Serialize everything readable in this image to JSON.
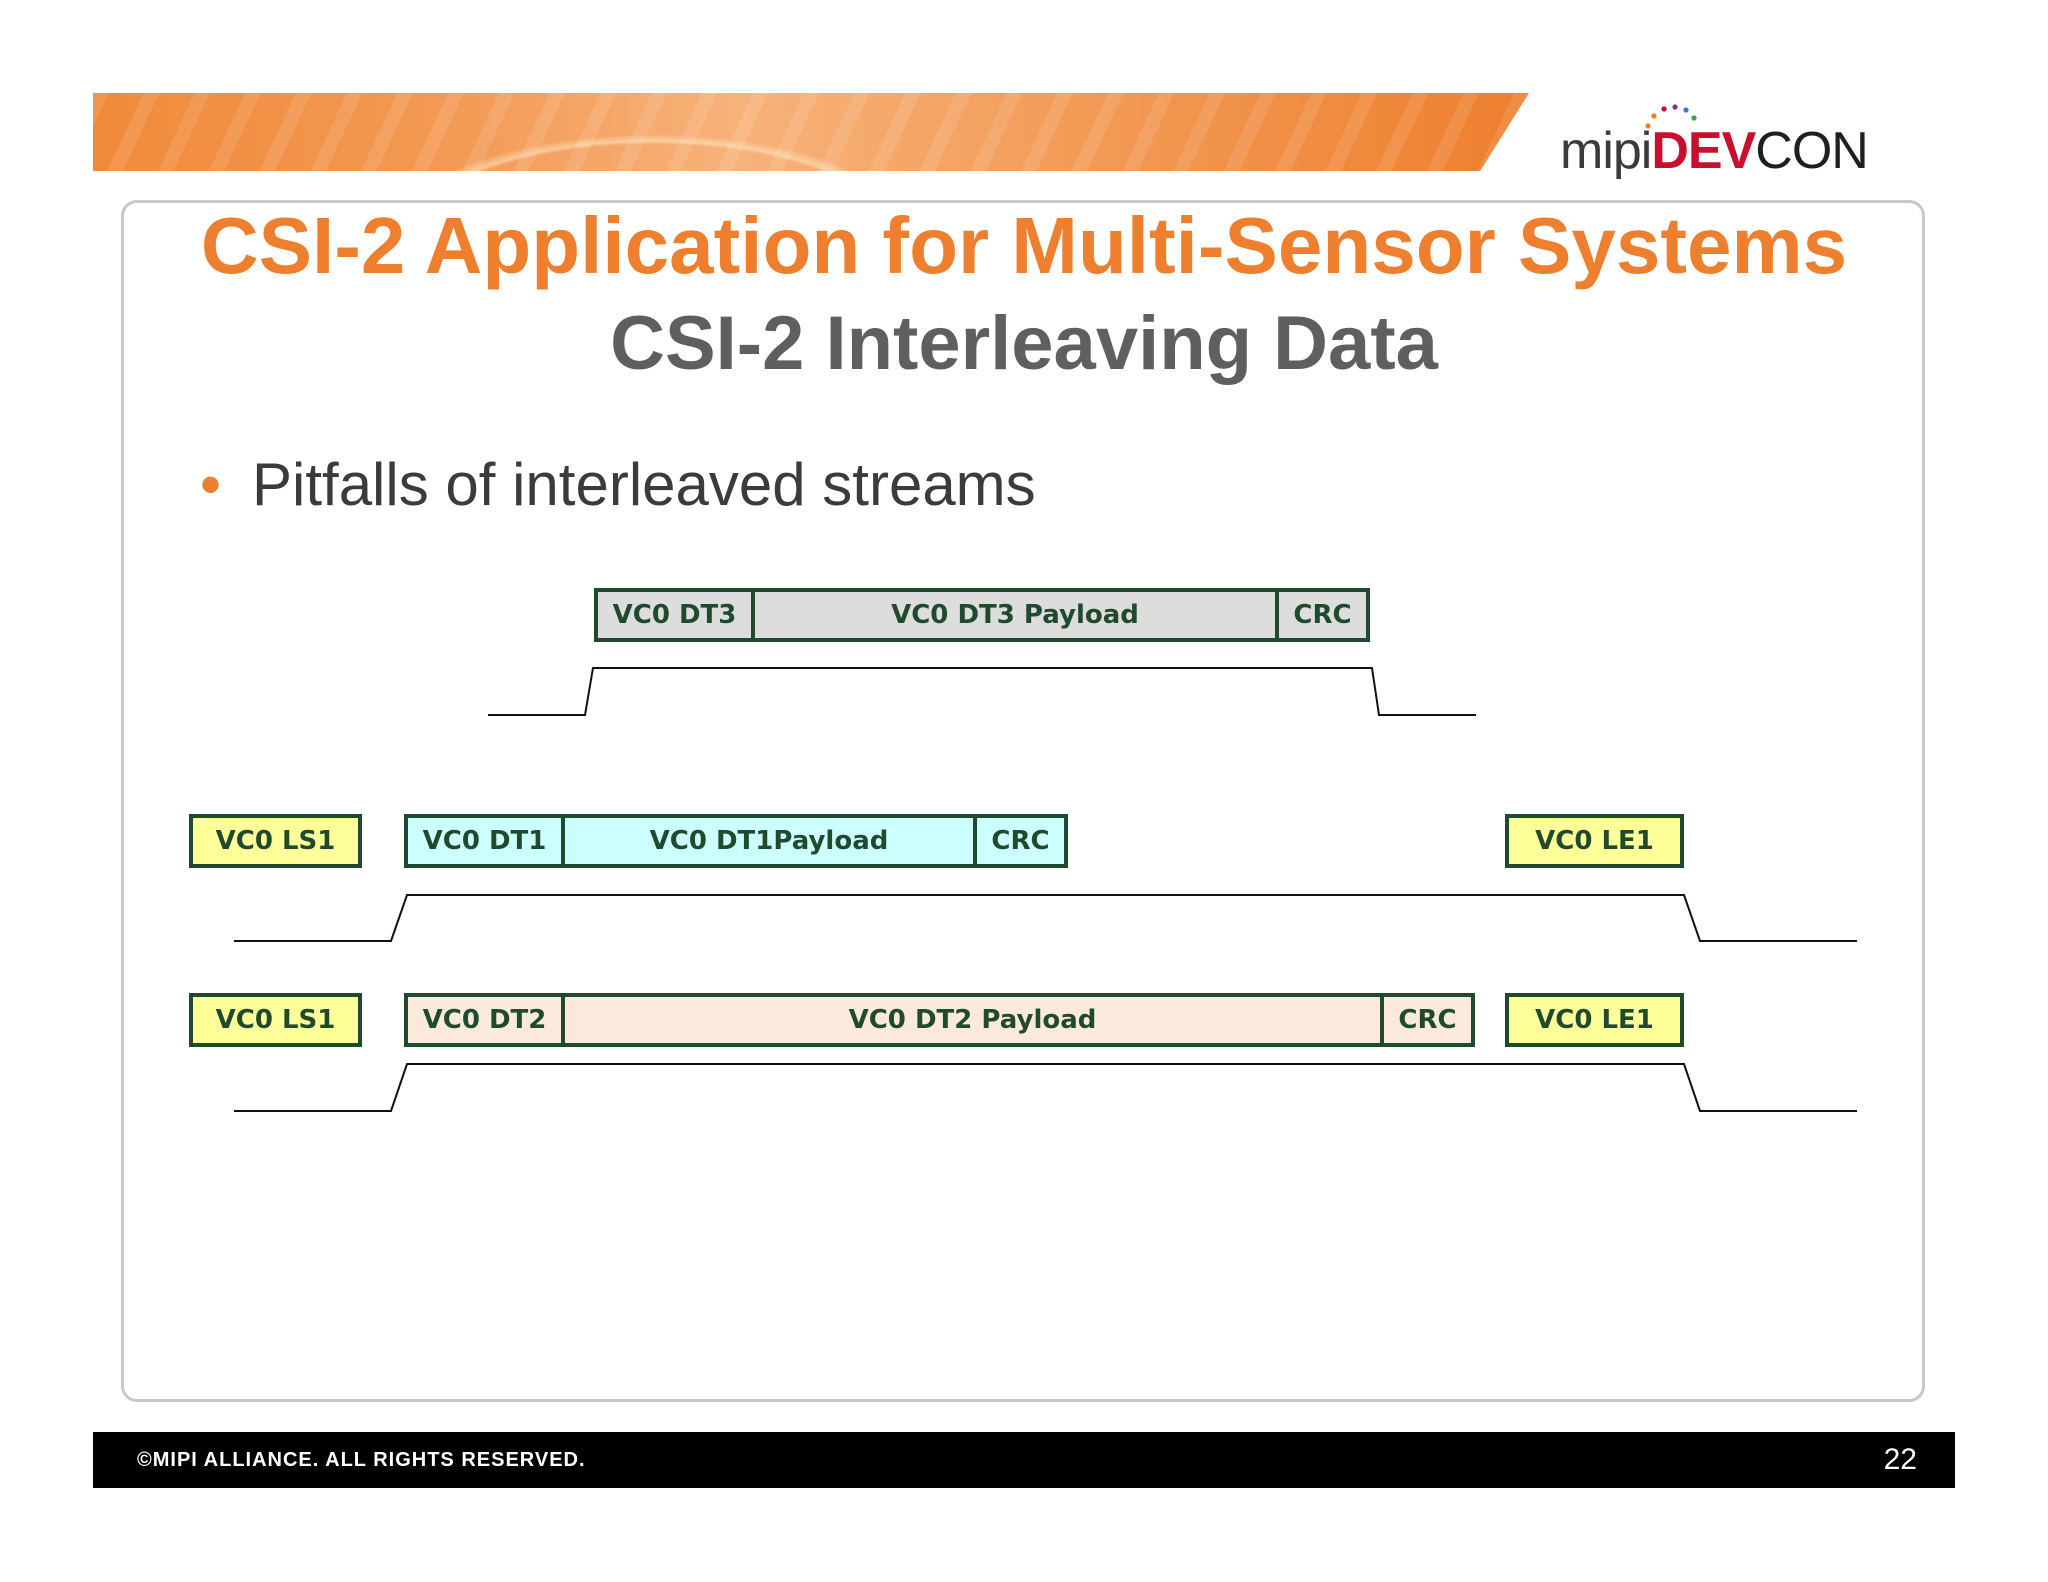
{
  "header": {
    "logo": {
      "mipi": "mipi",
      "dev": "DEV",
      "con": "CON"
    }
  },
  "slide": {
    "title": "CSI-2 Application for Multi-Sensor Systems",
    "subtitle": "CSI-2 Interleaving Data",
    "bullet_marker": "•",
    "bullet": "Pitfalls of interleaved streams"
  },
  "diagram": {
    "colors": {
      "dt3": "#dddddd",
      "dt1": "#ccffff",
      "dt2": "#fbe9dc",
      "short_packet": "#ffff99",
      "border": "#1f4a2e",
      "text": "#1f4a2e"
    },
    "rows": [
      {
        "stream": "dt3",
        "short_start": null,
        "header": "VC0 DT3",
        "payload": "VC0 DT3 Payload",
        "crc": "CRC",
        "short_end": null
      },
      {
        "stream": "dt1",
        "short_start": "VC0 LS1",
        "header": "VC0 DT1",
        "payload": "VC0 DT1Payload",
        "crc": "CRC",
        "short_end": "VC0 LE1"
      },
      {
        "stream": "dt2",
        "short_start": "VC0 LS1",
        "header": "VC0 DT2",
        "payload": "VC0 DT2 Payload",
        "crc": "CRC",
        "short_end": "VC0 LE1"
      }
    ]
  },
  "footer": {
    "copyright": "©MIPI ALLIANCE. ALL RIGHTS RESERVED.",
    "page_number": "22"
  }
}
